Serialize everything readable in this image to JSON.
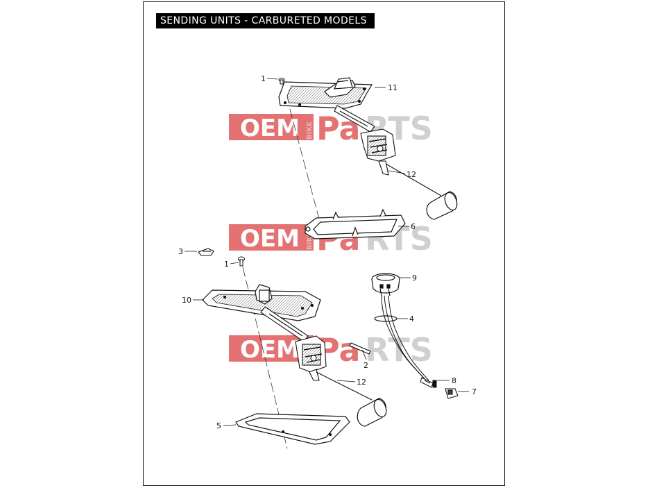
{
  "title": "SENDING UNITS - CARBURETED MODELS",
  "watermark": {
    "oem": "OEM",
    "bike": "BIKE",
    "pa": "Pa",
    "rts": "RTS",
    "color_red": "#e05a5a",
    "color_gray": "#c8c8c8"
  },
  "callouts": {
    "c1_top": "1",
    "c11": "11",
    "c12_top": "12",
    "c6": "6",
    "c3": "3",
    "c1_mid": "1",
    "c10": "10",
    "c9": "9",
    "c4": "4",
    "c2": "2",
    "c12_bottom": "12",
    "c8": "8",
    "c7": "7",
    "c5": "5"
  }
}
